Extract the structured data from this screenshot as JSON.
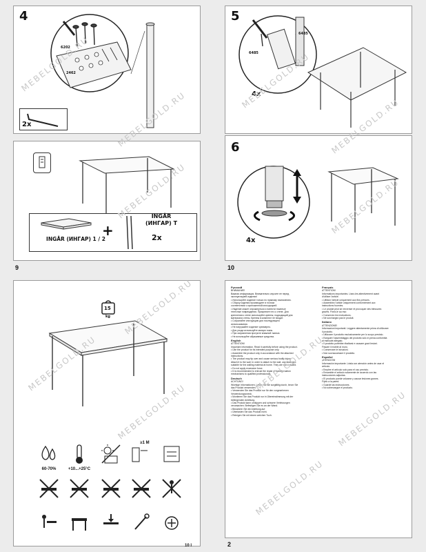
{
  "steps": {
    "step4": {
      "number": "4",
      "qty_label": "2x",
      "callouts": [
        "6202",
        "2462"
      ]
    },
    "step5": {
      "number": "5",
      "qty_label": "4x",
      "callouts": [
        "6485",
        "6485"
      ]
    },
    "step6": {
      "number": "6",
      "qty_label": "4x"
    }
  },
  "parts": {
    "top_label": "INGÅR (ИНГАР) 1 / 2",
    "leg_label_line1": "INGÅR",
    "leg_label_line2": "(ИНГАР) T",
    "leg_qty": "2x",
    "plus": "+"
  },
  "weight": {
    "value": "15",
    "unit": "kg"
  },
  "care_icons": {
    "humidity": "60-70%",
    "temperature": "+10...+25°C",
    "height": "≥1 M"
  },
  "page_numbers": {
    "p9": "9",
    "p10": "10",
    "p_left_bottom": "10 l",
    "p_right_bottom": "2"
  },
  "watermark": "MEBELGOLD.RU",
  "text_left": [
    {
      "lang": "Русский",
      "head": "ВНИМАНИЕ!",
      "lines": [
        "Важная информация. Внимательно изучите ее перед",
        "эксплуатацией изделия!",
        "• Используйте изделие только по прямому назначению.",
        "• Сборку изделия производите в точном",
        "соответствии с приложенной инструкцией.",
        "• Изделие может опрокинуться и нанести тяжелые",
        "телесные повреждения. Прикрепите его к стене. Для",
        "крепления к стене используйте крепеж, подходящий для",
        "материала стены. Крепеж в комплект не входит.",
        "• Сохраняйте инструкцию для последующего",
        "использования.",
        "• Не нагружайте изделие чрезмерно.",
        "• Для ухода используйте мягкую ткань.",
        "• При загрязнении протрите влажной тканью.",
        "• Не используйте абразивные средства."
      ]
    },
    {
      "lang": "English",
      "head": "ATTENTION!",
      "lines": [
        "Important information. Read it carefully before using the product.",
        "• Use the product for its intended purpose only.",
        "• Assemble the product only in accordance with the attached",
        "instructions.",
        "• The product may tip over and cause serious bodily injury.",
        "Attach it to the wall. In order to attach to the wall, use fasteners",
        "suitable for the walling material at home. They are not included.",
        "• Do not apply excessive force.",
        "• It is recommended to entrust the repair of transformation",
        "mechanisms to qualified professionals."
      ]
    },
    {
      "lang": "Deutsch",
      "head": "ACHTUNG!",
      "lines": [
        "Wichtige Informationen. Lesen Sie sie sorgfältig durch, bevor Sie",
        "das Produkt verwenden.",
        "• Verwenden Sie das Produkt nur für den vorgesehenen",
        "Verwendungszweck.",
        "• Montieren Sie das Produkt nur in Übereinstimmung mit der",
        "beiliegenden Anleitung.",
        "• Das Produkt kann umkippen und schwere Verletzungen",
        "verursachen. Befestigen Sie es an der Wand.",
        "• Bewahren Sie die Anleitung auf.",
        "• Überlasten Sie das Produkt nicht.",
        "• Reinigen Sie mit einem weichen Tuch."
      ]
    }
  ],
  "text_right": [
    {
      "lang": "Français",
      "head": "ATTENTION!",
      "lines": [
        "Informations importantes. Lisez-les attentivement avant",
        "d'utiliser l'article.",
        "• Utilisez l'article uniquement aux fins prévues.",
        "• Assemblez l'article uniquement conformément aux",
        "instructions fournies.",
        "• Le produit peut se renverser et provoquer des blessures",
        "graves. Fixez-le au mur.",
        "• Conservez les instructions.",
        "• Ne surchargez pas le produit."
      ]
    },
    {
      "lang": "Italiano",
      "head": "ATTENZIONE!",
      "lines": [
        "Informazioni importanti. Leggere attentamente prima di utilizzare",
        "il prodotto.",
        "• Utilizzare il prodotto esclusivamente per lo scopo previsto.",
        "• Eseguire l'assemblaggio del prodotto solo in piena conformità",
        "al manuale allegato.",
        "• Il prodotto potrebbe ribaltarsi e causare gravi lesioni.",
        "Fissare il mobile al muro.",
        "• Conservare le istruzioni.",
        "• Non sovraccaricare il prodotto."
      ]
    },
    {
      "lang": "Español",
      "head": "¡ATENCIÓN!",
      "lines": [
        "Información importante. Léala con atención antes de usar el",
        "artículo.",
        "• Emplee el artículo solo para el uso previsto.",
        "• Ensamble el artículo solamente de acuerdo con las",
        "instrucciones adjuntas.",
        "• El producto puede volcarse y causar lesiones graves.",
        "Fíjelo a la pared.",
        "• Guarde las instrucciones.",
        "• No sobrecargue el producto."
      ]
    }
  ]
}
